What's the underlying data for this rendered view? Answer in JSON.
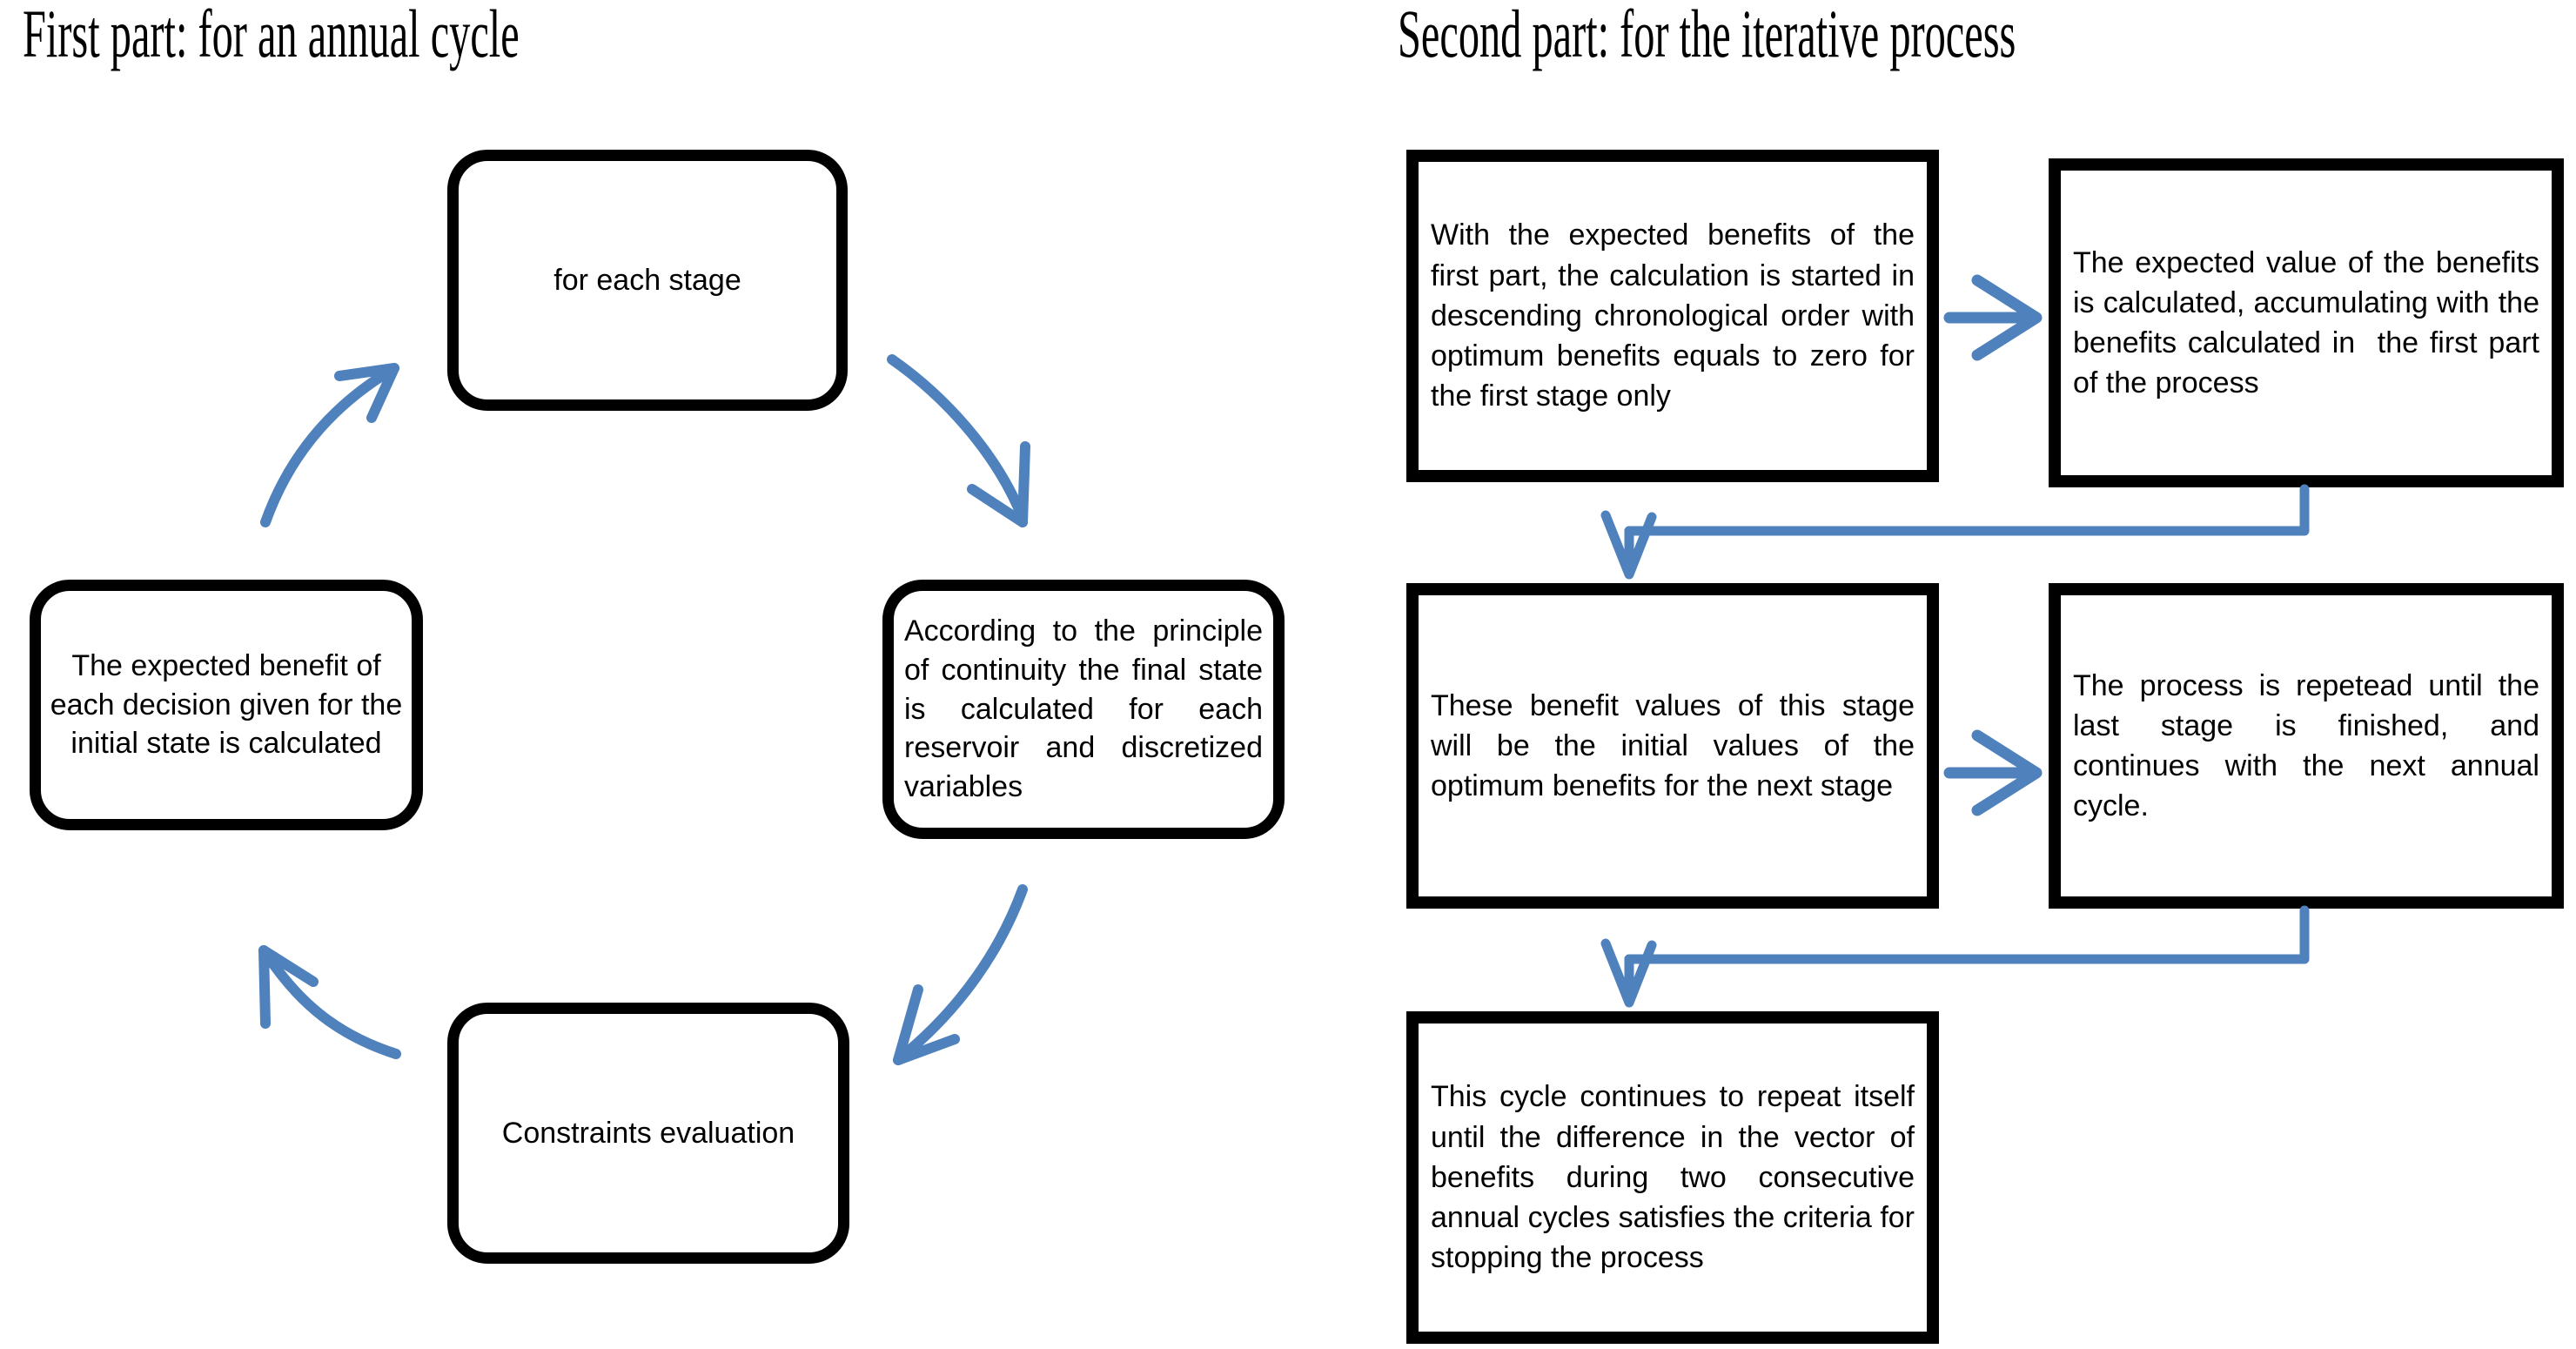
{
  "titles": {
    "left": "First part: for an annual cycle",
    "right": "Second part: for the iterative process"
  },
  "colors": {
    "arrow_blue": "#4F81BD",
    "box_border": "#000000",
    "background": "#FFFFFF",
    "text": "#000000"
  },
  "left_cycle": {
    "type": "cycle",
    "direction": "clockwise",
    "nodes": [
      {
        "id": "stage",
        "label": "for each stage",
        "position": "top",
        "align": "center",
        "shape": "rounded-rect"
      },
      {
        "id": "according",
        "label": "According to the principle of continuity the final state is calculated for each reservoir and discretized variables",
        "position": "right",
        "align": "justify",
        "shape": "rounded-rect"
      },
      {
        "id": "constraints",
        "label": "Constraints evaluation",
        "position": "bottom",
        "align": "center",
        "shape": "rounded-rect"
      },
      {
        "id": "expected",
        "label": "The expected benefit of each decision given for the initial state  is calculated",
        "position": "left",
        "align": "center",
        "shape": "rounded-rect"
      }
    ],
    "edges": [
      {
        "from": "stage",
        "to": "according",
        "style": "curved-arrow"
      },
      {
        "from": "according",
        "to": "constraints",
        "style": "curved-arrow"
      },
      {
        "from": "constraints",
        "to": "expected",
        "style": "curved-arrow"
      },
      {
        "from": "expected",
        "to": "stage",
        "style": "curved-arrow"
      }
    ]
  },
  "right_flow": {
    "type": "flowchart",
    "nodes": [
      {
        "id": "n1",
        "label": "With the expected benefits of the first part, the calculation is started in descending chronological order with optimum benefits equals to zero for the first stage only",
        "shape": "rect"
      },
      {
        "id": "n2",
        "label": "The expected value of the benefits is calculated, accumulating with the benefits calculated in  the first part of the process",
        "shape": "rect"
      },
      {
        "id": "n3",
        "label": "These benefit values of this stage will be the initial values of the optimum benefits for the next stage",
        "shape": "rect"
      },
      {
        "id": "n4",
        "label": "The process is repetead until the last stage is finished, and continues with the next annual cycle.",
        "shape": "rect"
      },
      {
        "id": "n5",
        "label": "This cycle continues to repeat itself until the difference in the vector of benefits during two consecutive annual cycles satisfies the criteria for stopping the process",
        "shape": "rect"
      }
    ],
    "edges": [
      {
        "from": "n1",
        "to": "n2",
        "style": "straight-arrow-right"
      },
      {
        "from": "n2",
        "to": "n3",
        "style": "elbow-arrow-down-left-down"
      },
      {
        "from": "n3",
        "to": "n4",
        "style": "straight-arrow-right"
      },
      {
        "from": "n4",
        "to": "n5",
        "style": "elbow-arrow-down-left-down"
      }
    ]
  }
}
